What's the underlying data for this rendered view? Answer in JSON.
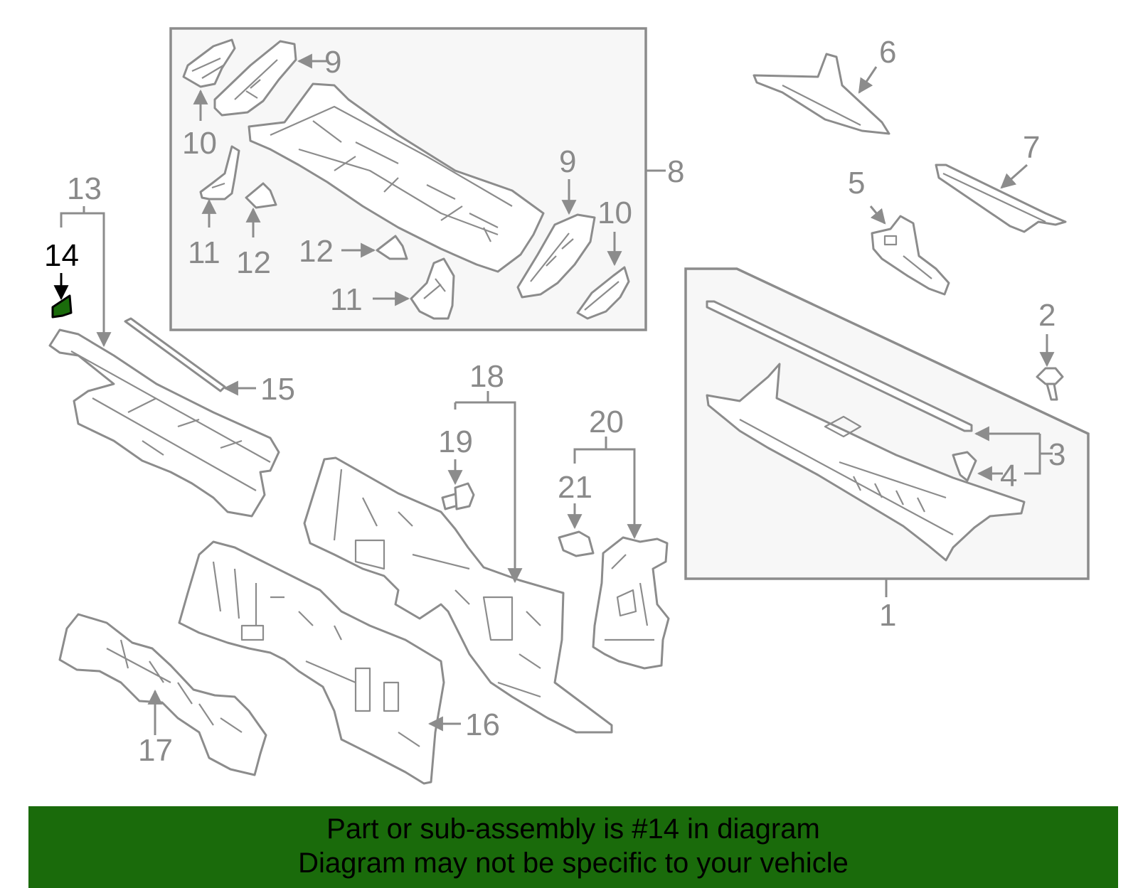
{
  "highlight_color": "#1a6b0b",
  "footer": {
    "line1": "Part or sub-assembly is #14 in diagram",
    "line2": "Diagram may not be specific to your vehicle"
  },
  "callouts": {
    "c1": "1",
    "c2": "2",
    "c3": "3",
    "c4": "4",
    "c5": "5",
    "c6": "6",
    "c7": "7",
    "c8": "8",
    "c9a": "9",
    "c9b": "9",
    "c10a": "10",
    "c10b": "10",
    "c11a": "11",
    "c11b": "11",
    "c12a": "12",
    "c12b": "12",
    "c13": "13",
    "c14": "14",
    "c15": "15",
    "c16": "16",
    "c17": "17",
    "c18": "18",
    "c19": "19",
    "c20": "20",
    "c21": "21"
  },
  "highlighted_part": "14"
}
